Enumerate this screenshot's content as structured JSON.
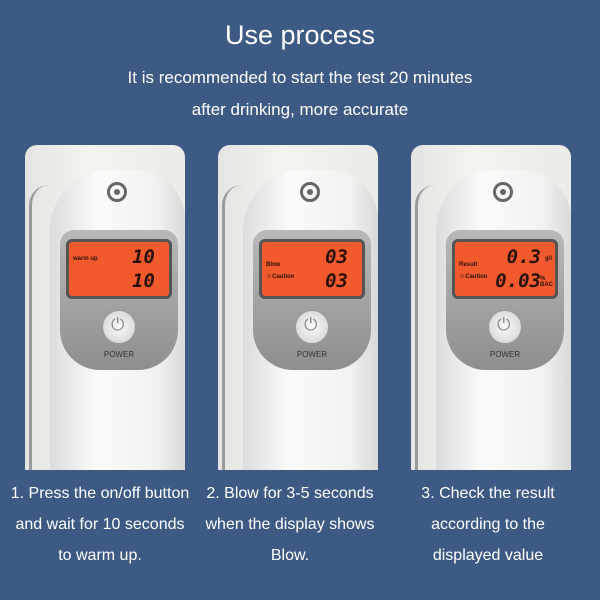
{
  "title": "Use process",
  "subtitle_line1": "It is recommended to start the test 20 minutes",
  "subtitle_line2": "after drinking, more accurate",
  "power_label": "POWER",
  "steps": [
    {
      "lcd_label1": "warm up",
      "lcd_label2": "",
      "digits1": "10",
      "digits2": "10",
      "unit1": "",
      "unit2": "",
      "caption": "1. Press the on/off button and wait for 10 seconds to warm up."
    },
    {
      "lcd_label1": "Blow",
      "lcd_label2": "☺Caution",
      "digits1": "03",
      "digits2": "03",
      "unit1": "",
      "unit2": "",
      "caption": "2. Blow for 3-5 seconds when the display shows Blow."
    },
    {
      "lcd_label1": "Result",
      "lcd_label2": "☺Caution",
      "digits1": "0.3",
      "digits2": "0.03",
      "unit1": "g/l",
      "unit2": "% BAC",
      "caption": "3. Check the result according to the displayed value"
    }
  ]
}
